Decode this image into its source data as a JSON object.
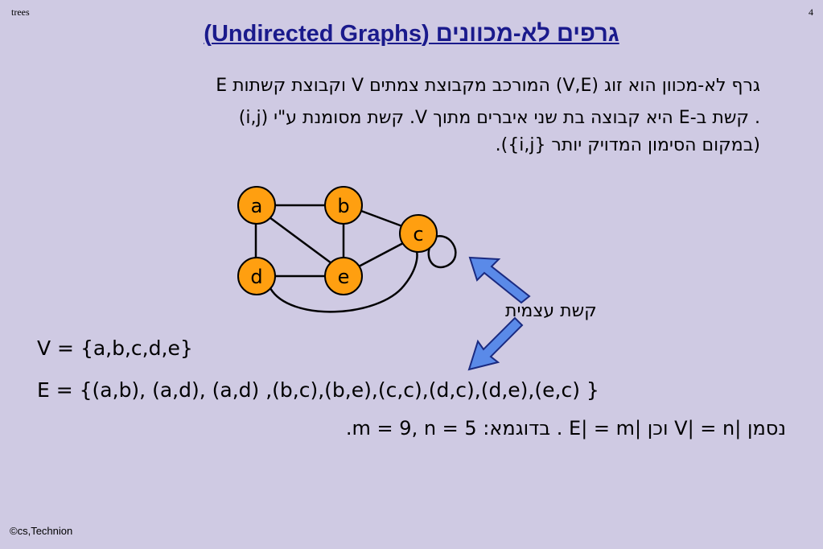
{
  "header": {
    "left": "trees",
    "right": "4"
  },
  "title": "גרפים לא-מכוונים (Undirected Graphs)",
  "paragraph": {
    "line1": "גרף לא-מכוון הוא זוג  (V,E) המורכב מקבוצת צמתים V וקבוצת קשתות  E",
    "line2": ". קשת ב-E היא קבוצה בת שני איברים מתוך V. קשת מסומנת ע\"י (i,j)",
    "line3": "(במקום הסימון המדויק יותר {i,j})."
  },
  "graph": {
    "nodes": [
      "a",
      "b",
      "c",
      "d",
      "e"
    ],
    "node_color": "#ff9f10",
    "arrow_color": "#5a8ae8",
    "selfloop_label": "קשת עצמית"
  },
  "vertices_line": "V = {a,b,c,d,e}",
  "edges_line": "E = {(a,b), (a,d), (a,d) ,(b,c),(b,e),(c,c),(d,c),(d,e),(e,c) }",
  "notation_line": "נסמן |V| = n וכן |E| = m . בדוגמא:  m = 9,  n = 5.",
  "footer": "©cs,Technion"
}
